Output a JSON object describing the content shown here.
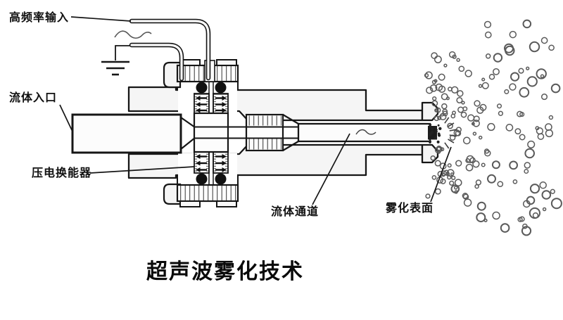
{
  "figure": {
    "title": "超声波雾化技术",
    "labels": {
      "hf_input": "高频率输入",
      "fluid_inlet": "流体入口",
      "piezo_transducer": "压电换能器",
      "fluid_channel": "流体通道",
      "atomization_surface": "雾化表面"
    },
    "colors": {
      "background": "#ffffff",
      "line": "#161616",
      "body_fill": "#f5f5f5",
      "horn_fill": "#fcfcfc",
      "droplet_stroke": "#5a5a5a",
      "text": "#111111"
    }
  }
}
